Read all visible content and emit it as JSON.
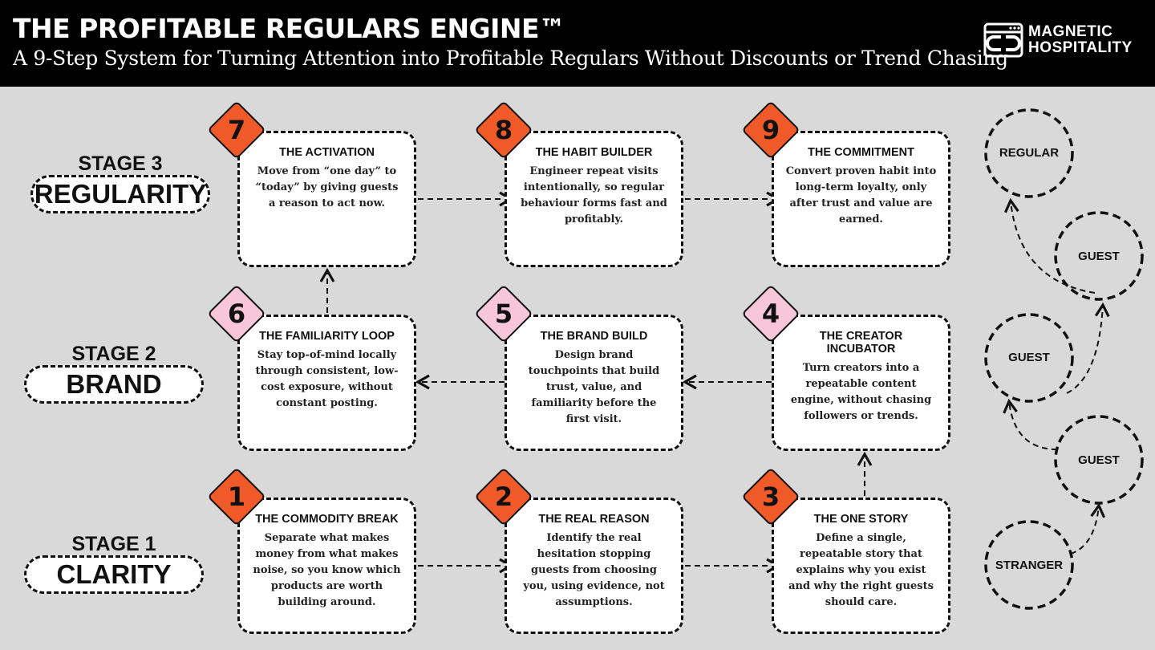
{
  "header": {
    "title": "THE PROFITABLE REGULARS ENGINE™",
    "subtitle": "A 9-Step System for Turning Attention into Profitable Regulars Without Discounts or Trend Chasing",
    "logo_line1": "MAGNETIC",
    "logo_line2": "HOSPITALITY"
  },
  "colors": {
    "orange": "#f05a28",
    "pink": "#f7c6d9",
    "background": "#d9d9d9"
  },
  "stages": [
    {
      "label": "STAGE 3",
      "name": "REGULARITY"
    },
    {
      "label": "STAGE 2",
      "name": "BRAND"
    },
    {
      "label": "STAGE 1",
      "name": "CLARITY"
    }
  ],
  "steps": [
    {
      "num": "1",
      "title": "THE COMMODITY BREAK",
      "text": "Separate what makes money from what makes noise, so you know which products are worth building around."
    },
    {
      "num": "2",
      "title": "THE REAL REASON",
      "text": "Identify the real hesitation stopping guests from choosing you, using evidence, not assumptions."
    },
    {
      "num": "3",
      "title": "THE ONE STORY",
      "text": "Define a single, repeatable story that explains why you exist and why the right guests should care."
    },
    {
      "num": "4",
      "title": "THE CREATOR INCUBATOR",
      "text": "Turn creators into a repeatable content engine, without chasing followers or trends."
    },
    {
      "num": "5",
      "title": "THE BRAND BUILD",
      "text": "Design brand touchpoints that build trust, value, and familiarity before the first visit."
    },
    {
      "num": "6",
      "title": "THE FAMILIARITY LOOP",
      "text": "Stay top-of-mind locally through consistent, low-cost exposure, without constant posting."
    },
    {
      "num": "7",
      "title": "THE ACTIVATION",
      "text": "Move from “one day” to “today” by giving guests a reason to act now."
    },
    {
      "num": "8",
      "title": "THE HABIT BUILDER",
      "text": "Engineer repeat visits intentionally, so regular behaviour forms fast and profitably."
    },
    {
      "num": "9",
      "title": "THE COMMITMENT",
      "text": "Convert proven habit into long-term loyalty, only after trust and value are earned."
    }
  ],
  "journey": [
    "REGULAR",
    "GUEST",
    "GUEST",
    "GUEST",
    "STRANGER"
  ]
}
